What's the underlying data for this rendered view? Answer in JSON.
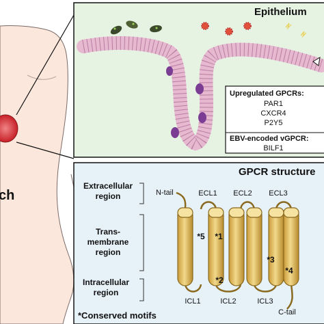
{
  "body_panel": {
    "organ_label_fragment": "ch"
  },
  "epithelium": {
    "title": "Epithelium",
    "upregulated_header": "Upregulated GPCRs:",
    "upregulated": [
      "PAR1",
      "CXCR4",
      "P2Y5"
    ],
    "viral_header": "EBV-encoded vGPCR:",
    "viral": [
      "BILF1"
    ]
  },
  "gpcr": {
    "title": "GPCR structure",
    "n_tail": "N-tail",
    "c_tail": "C-tail",
    "regions": {
      "extracellular": [
        "Extracellular",
        "region"
      ],
      "transmembrane": [
        "Trans-",
        "membrane",
        "region"
      ],
      "intracellular": [
        "Intracellular",
        "region"
      ]
    },
    "ecl": [
      "ECL1",
      "ECL2",
      "ECL3"
    ],
    "icl": [
      "ICL1",
      "ICL2",
      "ICL3"
    ],
    "motifs": [
      "*5",
      "*1",
      "*2",
      "*3",
      "*4"
    ],
    "legend": "*Conserved motifs"
  },
  "colors": {
    "epithelium_bg": "#e6f3e3",
    "gpcr_bg": "#e7f1f8",
    "helix_fill": "#e6c470",
    "helix_stroke": "#8a6a1f",
    "cell_fill": "#efc6dd",
    "nucleus": "#7b3d94",
    "skin": "#fbe7dc",
    "stomach": "#d8272e"
  }
}
